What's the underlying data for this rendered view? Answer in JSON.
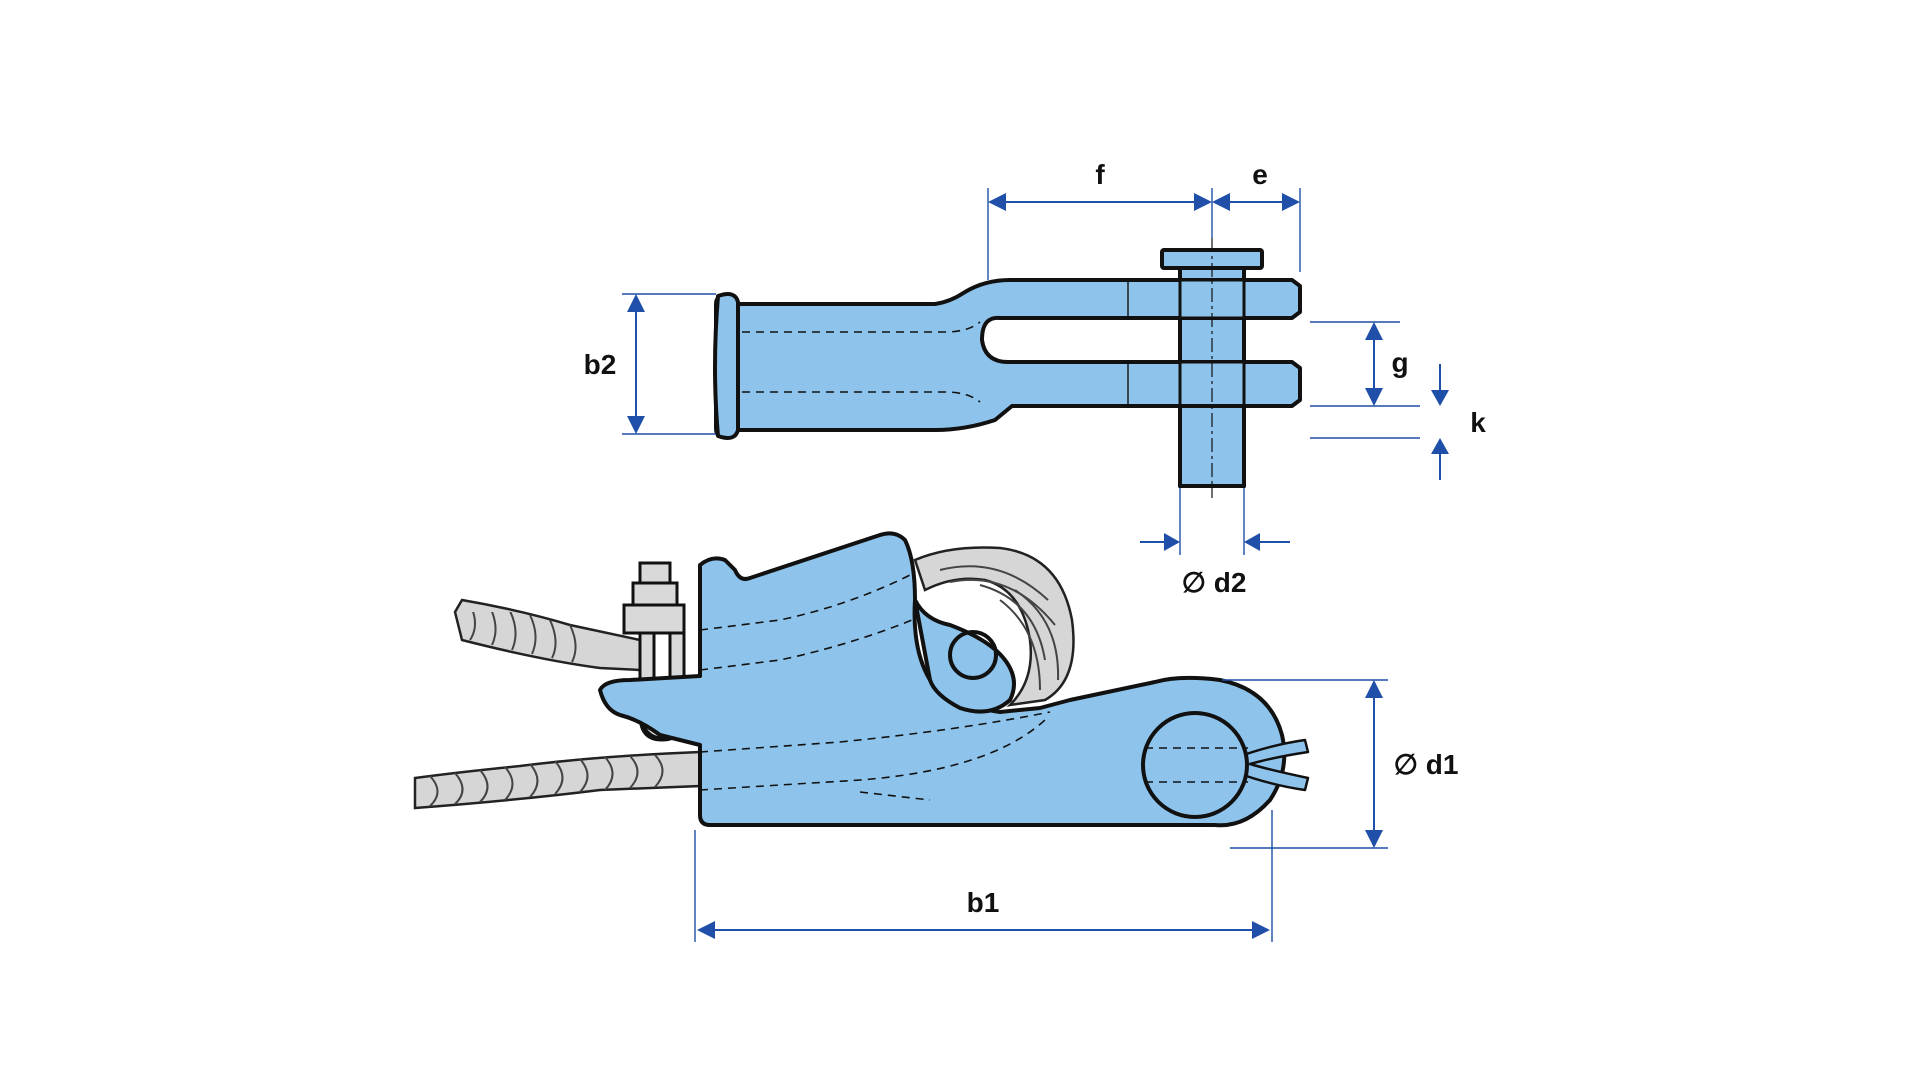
{
  "dimensions": {
    "f": "f",
    "e": "e",
    "b2": "b2",
    "g": "g",
    "k": "k",
    "d2": "∅ d2",
    "d1": "∅ d1",
    "b1": "b1"
  },
  "colors": {
    "part_fill": "#8ec4ec",
    "outline": "#111111",
    "dimension_line": "#1f4fa8",
    "rope_fill": "#d6d6d6"
  }
}
